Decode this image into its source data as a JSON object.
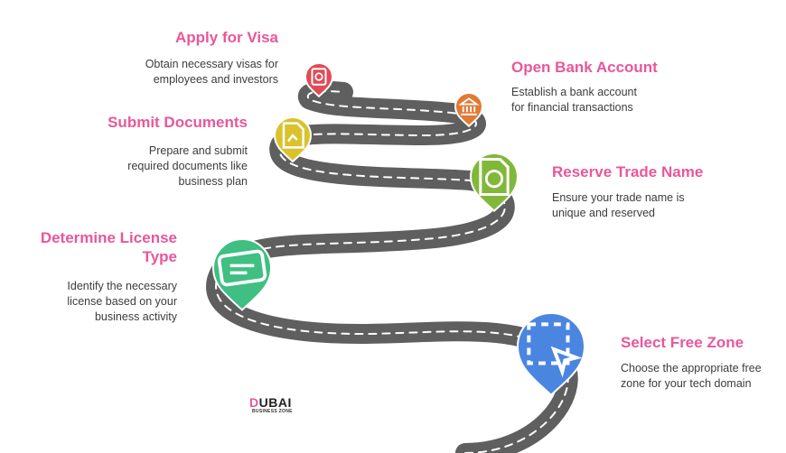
{
  "steps": [
    {
      "title": "Apply for Visa",
      "desc": "Obtain necessary visas for\nemployees and investors",
      "color": "#e04b55",
      "icon": "passport-icon"
    },
    {
      "title": "Open Bank Account",
      "desc": "Establish a bank account\nfor financial transactions",
      "color": "#e27a34",
      "icon": "bank-icon"
    },
    {
      "title": "Submit Documents",
      "desc": "Prepare and submit\nrequired documents like\nbusiness plan",
      "color": "#d9c22c",
      "icon": "document-icon"
    },
    {
      "title": "Reserve Trade Name",
      "desc": "Ensure your trade name is\nunique and reserved",
      "color": "#82b83a",
      "icon": "registered-icon"
    },
    {
      "title": "Determine License\nType",
      "desc": "Identify the necessary\nlicense based on your\nbusiness activity",
      "color": "#3fbf82",
      "icon": "license-card-icon"
    },
    {
      "title": "Select Free Zone",
      "desc": "Choose the appropriate free\nzone for your tech domain",
      "color": "#4a86e0",
      "icon": "cursor-select-icon"
    }
  ],
  "logo": {
    "main_d": "D",
    "main_rest": "UBAI",
    "sub": "BUSINESS ZONE"
  }
}
